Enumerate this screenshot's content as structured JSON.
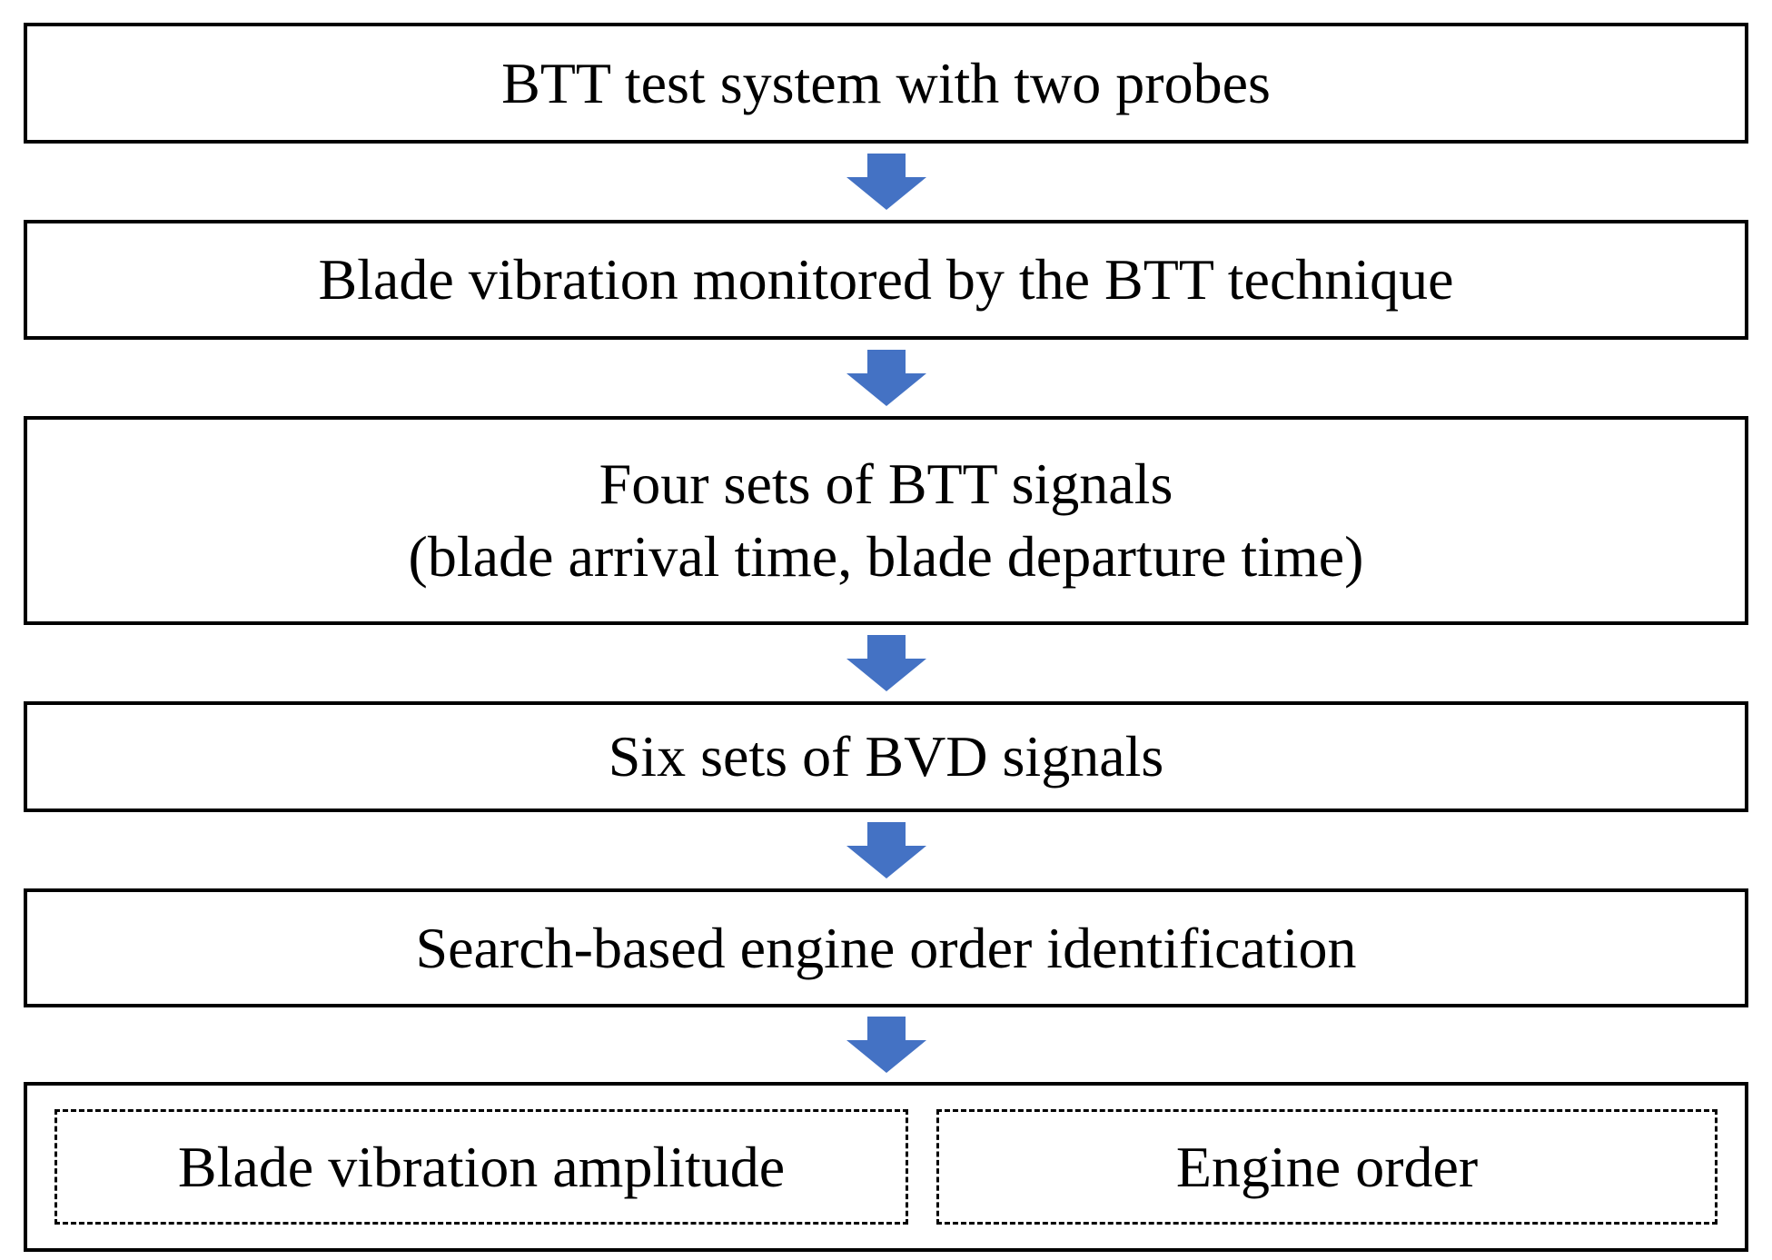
{
  "flow": {
    "arrow_color": "#4472C4",
    "border_color": "#000000",
    "steps": [
      {
        "label": "BTT test system with two probes"
      },
      {
        "label": "Blade vibration monitored by the BTT technique"
      },
      {
        "lines": [
          "Four sets of BTT signals",
          "(blade arrival time, blade departure time)"
        ]
      },
      {
        "label": "Six sets of BVD signals"
      },
      {
        "label": "Search-based engine order identification"
      }
    ],
    "outputs": [
      {
        "label": "Blade vibration amplitude"
      },
      {
        "label": "Engine order"
      }
    ]
  }
}
